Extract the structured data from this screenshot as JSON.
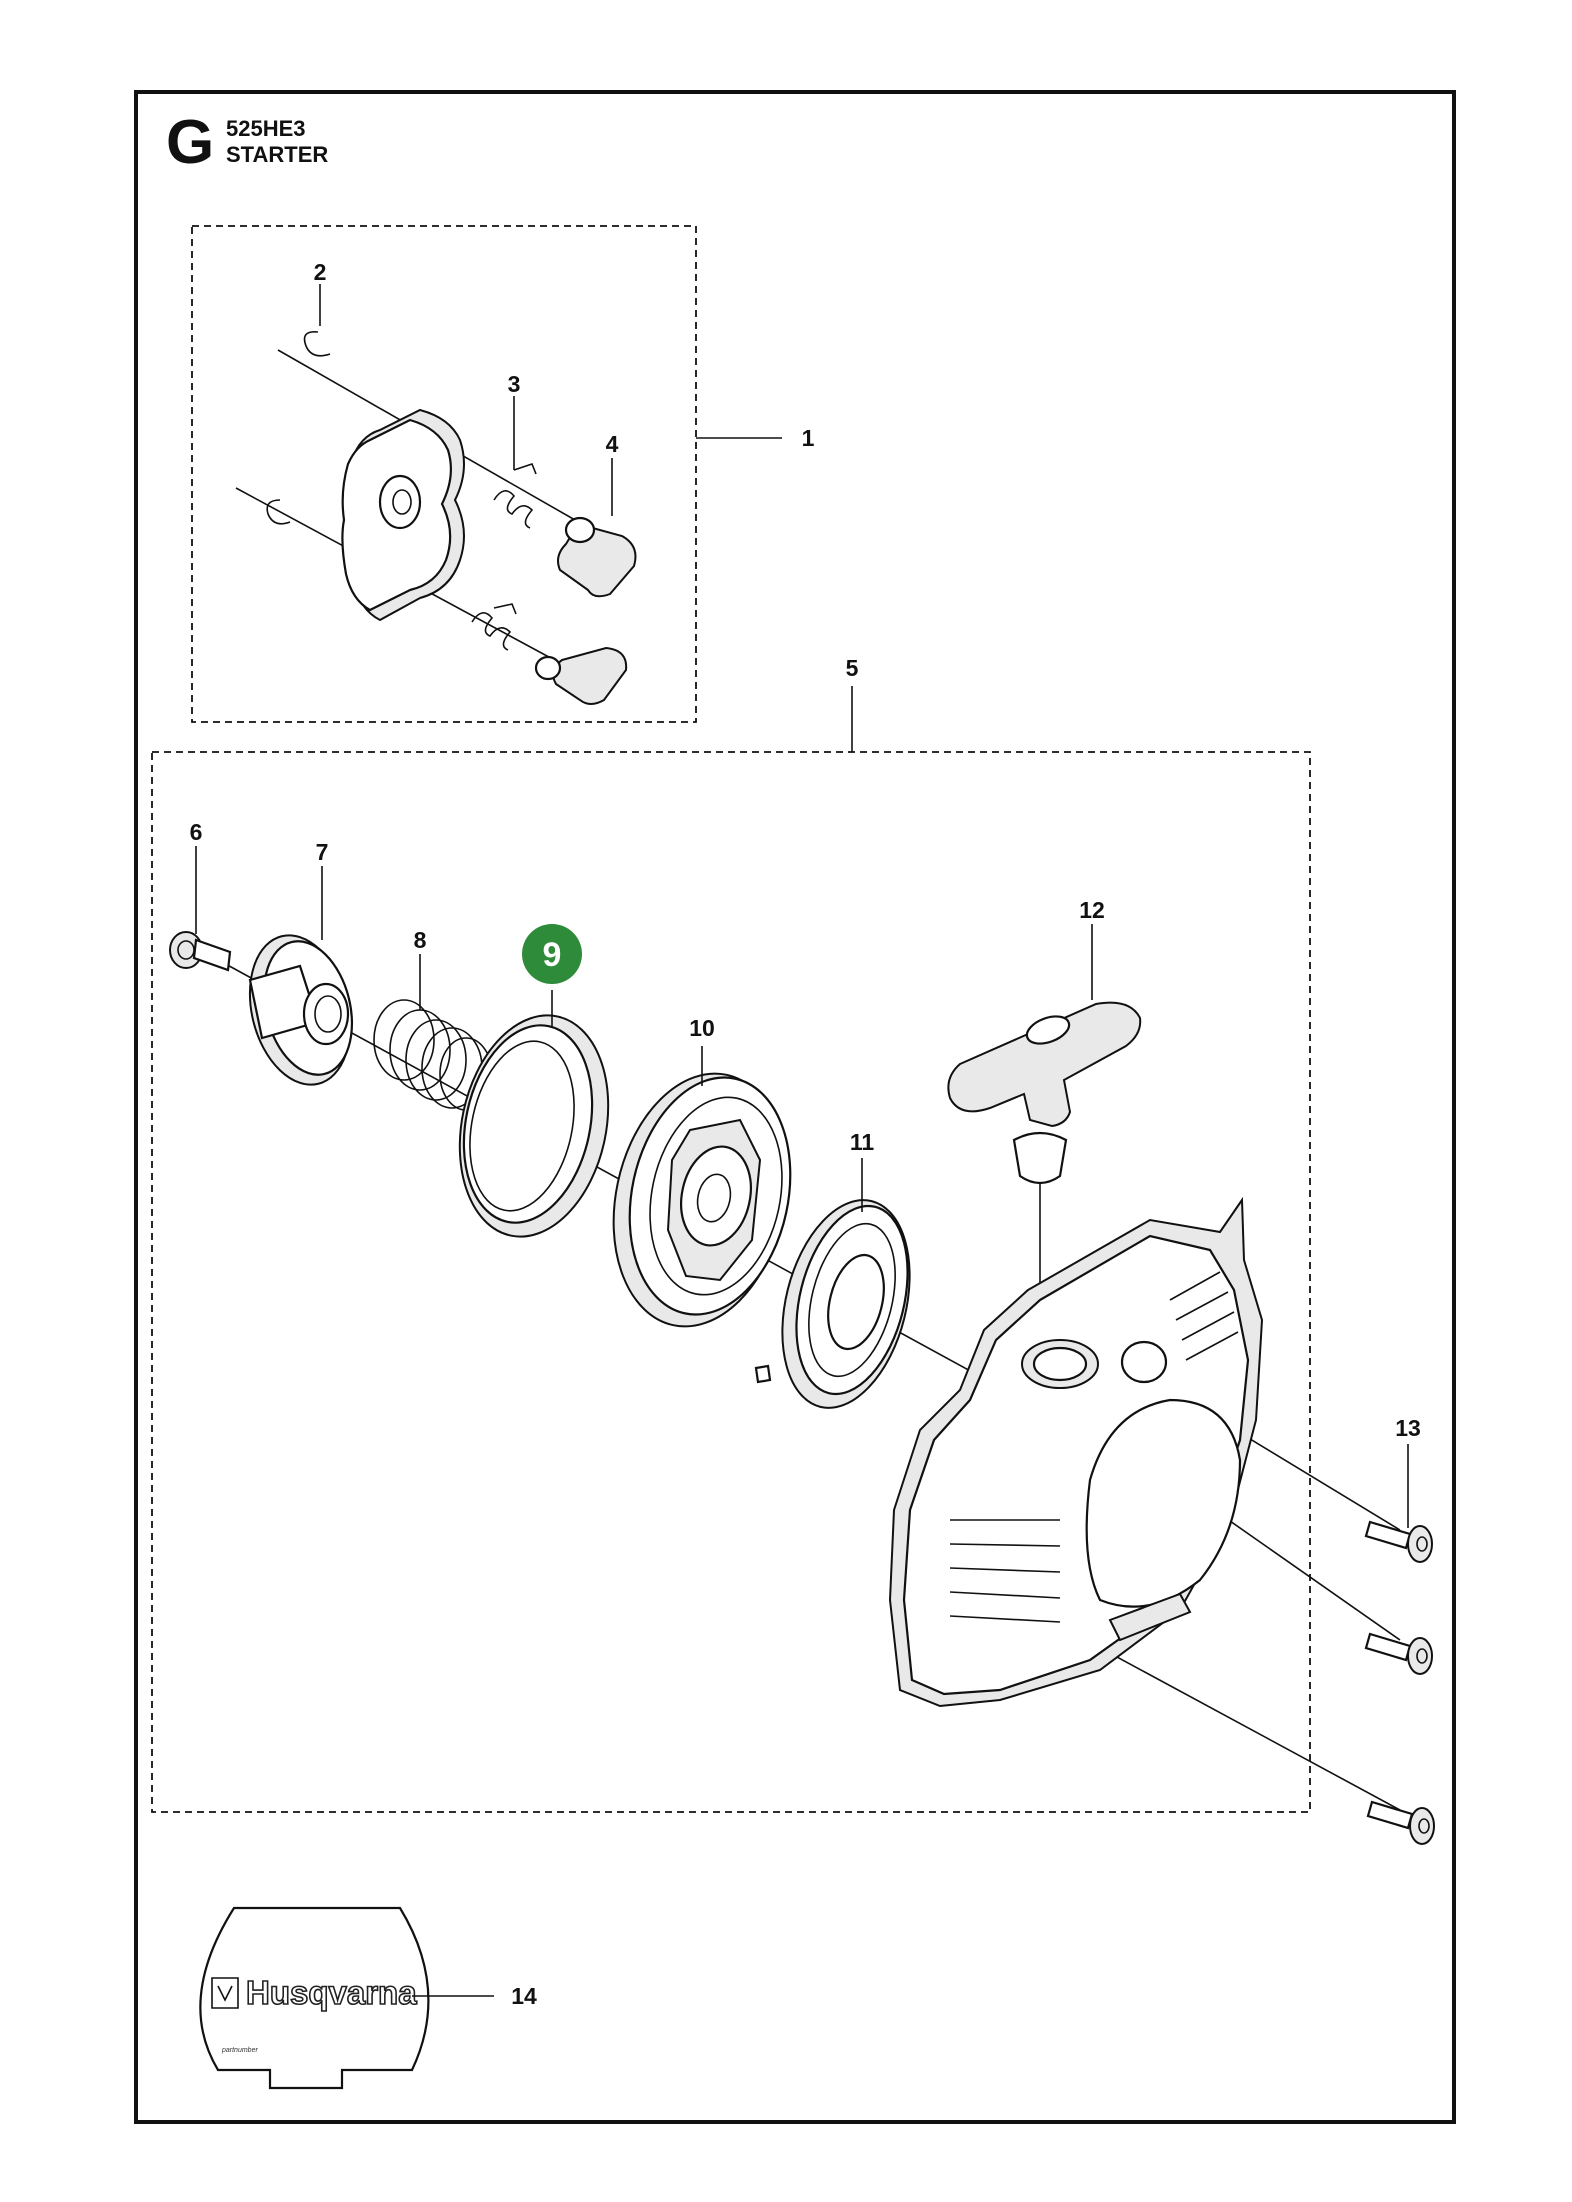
{
  "header": {
    "section_letter": "G",
    "model": "525HE3",
    "title": "STARTER"
  },
  "callouts": [
    {
      "id": "1",
      "label": "1"
    },
    {
      "id": "2",
      "label": "2"
    },
    {
      "id": "3",
      "label": "3"
    },
    {
      "id": "4",
      "label": "4"
    },
    {
      "id": "5",
      "label": "5"
    },
    {
      "id": "6",
      "label": "6"
    },
    {
      "id": "7",
      "label": "7"
    },
    {
      "id": "8",
      "label": "8"
    },
    {
      "id": "9",
      "label": "9",
      "highlighted": true
    },
    {
      "id": "10",
      "label": "10"
    },
    {
      "id": "11",
      "label": "11"
    },
    {
      "id": "12",
      "label": "12"
    },
    {
      "id": "13",
      "label": "13"
    },
    {
      "id": "14",
      "label": "14"
    }
  ],
  "decal": {
    "brand": "Husqvarna",
    "small_text": "partnumber"
  },
  "colors": {
    "highlight": "#2e8b3a",
    "line": "#111111"
  }
}
